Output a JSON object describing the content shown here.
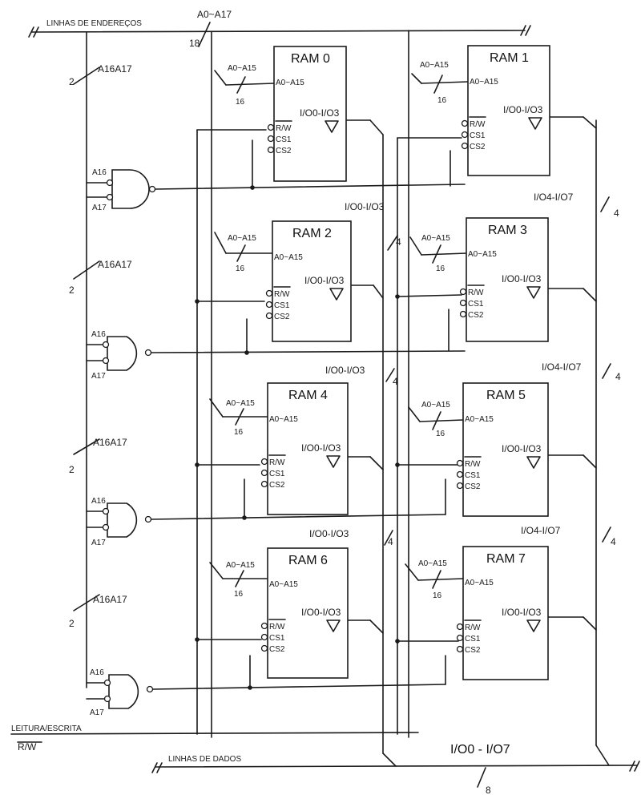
{
  "labels": {
    "address_bus": "LINHAS DE ENDEREÇOS",
    "address_bus_range": "A0~A17",
    "address_bus_width": "18",
    "data_bus": "LINHAS DE DADOS",
    "data_bus_range": "I/O0 - I/O7",
    "data_bus_width": "8",
    "rw_title": "LEITURA/ESCRITA",
    "rw_signal": "R/W",
    "decoder_label": "A16A17",
    "decoder_width": "2",
    "gate_in1": "A16",
    "gate_in2": "A17",
    "addr_bundle": "A0~A15",
    "addr_width": "16",
    "pin_addr": "A0~A15",
    "pin_rw": "R/W",
    "pin_cs1": "CS1",
    "pin_cs2": "CS2",
    "pin_io": "I/O0-I/O3",
    "io_low": "I/O0-I/O3",
    "io_high": "I/O4-I/O7",
    "io_width": "4"
  },
  "rams": [
    "RAM 0",
    "RAM 1",
    "RAM 2",
    "RAM 3",
    "RAM 4",
    "RAM 5",
    "RAM 6",
    "RAM 7"
  ]
}
